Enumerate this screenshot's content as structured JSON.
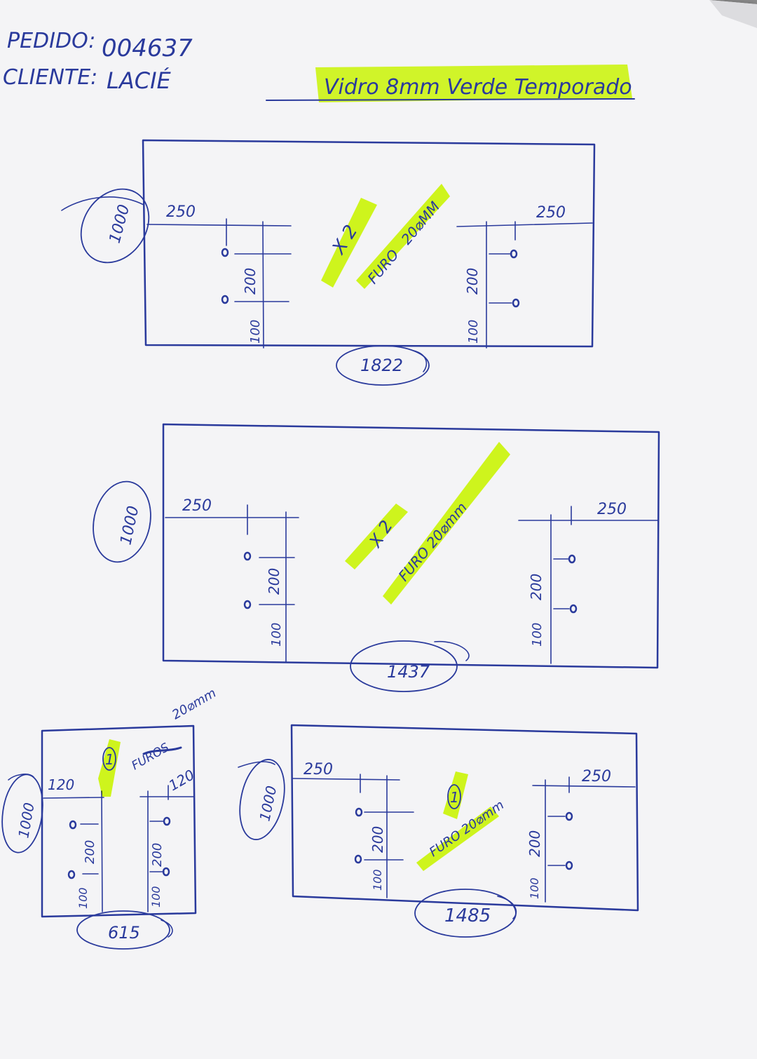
{
  "colors": {
    "ink": "#2a3a9c",
    "highlight": "#d8ff1e",
    "paper": "#f4f4f6",
    "background": "#8f8f8f"
  },
  "header": {
    "pedido_label": "PEDIDO:",
    "pedido_value": "004637",
    "cliente_label": "CLIENTE:",
    "cliente_value": "LACIÉ",
    "material": "Vidro 8mm Verde Temporado"
  },
  "panels": {
    "p1": {
      "height": "1000",
      "width": "1822",
      "left_offset": "250",
      "right_offset": "250",
      "hole_spacing_left": "200",
      "bottom_left": "100",
      "hole_spacing_right": "200",
      "bottom_right": "100",
      "qty": "X 2",
      "furo_text": "FURO",
      "furo_size": "20⌀MM"
    },
    "p2": {
      "height": "1000",
      "width": "1437",
      "left_offset": "250",
      "right_offset": "250",
      "hole_spacing_left": "200",
      "bottom_left": "100",
      "hole_spacing_right": "200",
      "bottom_right": "100",
      "qty": "X 2",
      "furo_text": "FURO 20⌀mm"
    },
    "p3": {
      "height": "1000",
      "width": "615",
      "left_offset": "120",
      "right_offset": "120",
      "hole_spacing_left": "200",
      "bottom_left": "100",
      "hole_spacing_right": "200",
      "bottom_right": "100",
      "qty": "1",
      "furo_text": "FUROS",
      "furo_size": "20⌀mm"
    },
    "p4": {
      "height": "1000",
      "width": "1485",
      "left_offset": "250",
      "right_offset": "250",
      "hole_spacing_left": "200",
      "bottom_left": "100",
      "hole_spacing_right": "200",
      "bottom_right": "100",
      "qty": "1",
      "furo_text": "FURO 20⌀mm"
    }
  }
}
